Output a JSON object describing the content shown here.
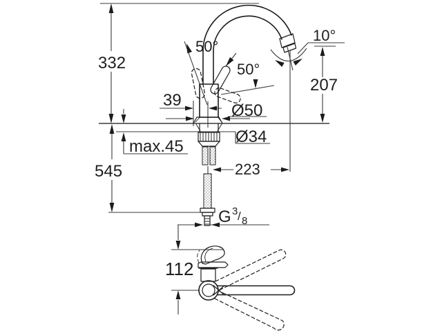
{
  "drawing": {
    "type": "technical-dimension-drawing",
    "subject": "single-lever kitchen mixer tap: side elevation with mounting detail and top view of spout swivel range",
    "background_color": "#ffffff",
    "line_color": "#1c1c1c",
    "dim_line_color": "#3a3a3a",
    "labels": {
      "height_above_deck": "332",
      "height_below_total": "545",
      "handle_offset": "39",
      "max_deck_thickness": "max.45",
      "handle_angle_upper": "50°",
      "handle_angle_lower": "50°",
      "outlet_tilt_angle": "10°",
      "outlet_height": "207",
      "escutcheon_diameter": "Ø50",
      "hole_diameter": "Ø34",
      "spout_reach": "223",
      "thread_g": "G",
      "thread_numerator": "3",
      "thread_slash": "/",
      "thread_denominator": "8",
      "front_depth": "112"
    }
  }
}
